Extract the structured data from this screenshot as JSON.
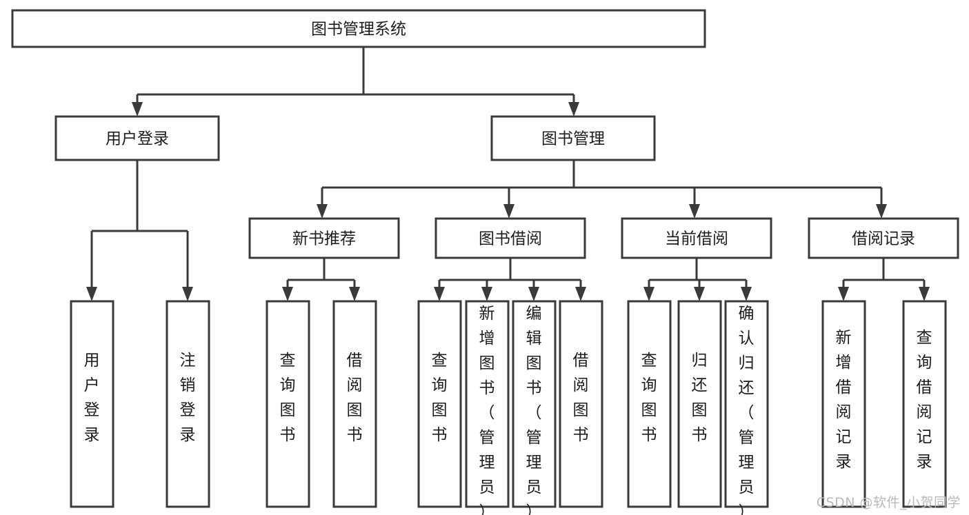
{
  "diagram": {
    "title": "图书管理系统",
    "type": "tree-hierarchy-diagram",
    "root": {
      "id": "root",
      "label": "图书管理系统"
    },
    "level2": [
      {
        "id": "user-login",
        "label": "用户登录"
      },
      {
        "id": "book-management",
        "label": "图书管理"
      }
    ],
    "level3": [
      {
        "id": "new-book-recommend",
        "label": "新书推荐",
        "parent": "book-management"
      },
      {
        "id": "book-borrow",
        "label": "图书借阅",
        "parent": "book-management"
      },
      {
        "id": "current-borrow",
        "label": "当前借阅",
        "parent": "book-management"
      },
      {
        "id": "borrow-record",
        "label": "借阅记录",
        "parent": "book-management"
      }
    ],
    "leaves": {
      "user-login": [
        {
          "id": "leaf-user-login",
          "label": "用户登录"
        },
        {
          "id": "leaf-user-logout",
          "label": "注销登录"
        }
      ],
      "new-book-recommend": [
        {
          "id": "leaf-query-book-1",
          "label": "查询图书"
        },
        {
          "id": "leaf-borrow-book-1",
          "label": "借阅图书"
        }
      ],
      "book-borrow": [
        {
          "id": "leaf-query-book-2",
          "label": "查询图书"
        },
        {
          "id": "leaf-add-book",
          "label": "新增图书（管理员）"
        },
        {
          "id": "leaf-edit-book",
          "label": "编辑图书（管理员）"
        },
        {
          "id": "leaf-borrow-book-2",
          "label": "借阅图书"
        }
      ],
      "current-borrow": [
        {
          "id": "leaf-query-book-3",
          "label": "查询图书"
        },
        {
          "id": "leaf-return-book",
          "label": "归还图书"
        },
        {
          "id": "leaf-confirm-return",
          "label": "确认归还（管理员）"
        }
      ],
      "borrow-record": [
        {
          "id": "leaf-add-record",
          "label": "新增借阅记录"
        },
        {
          "id": "leaf-query-record",
          "label": "查询借阅记录"
        }
      ]
    }
  },
  "watermark": {
    "text": "CSDN @软件_小贺同学"
  },
  "colors": {
    "stroke": "#3a3a3a",
    "fill": "#ffffff",
    "text": "#1c1c1c",
    "watermark": "#b9b9b9"
  }
}
